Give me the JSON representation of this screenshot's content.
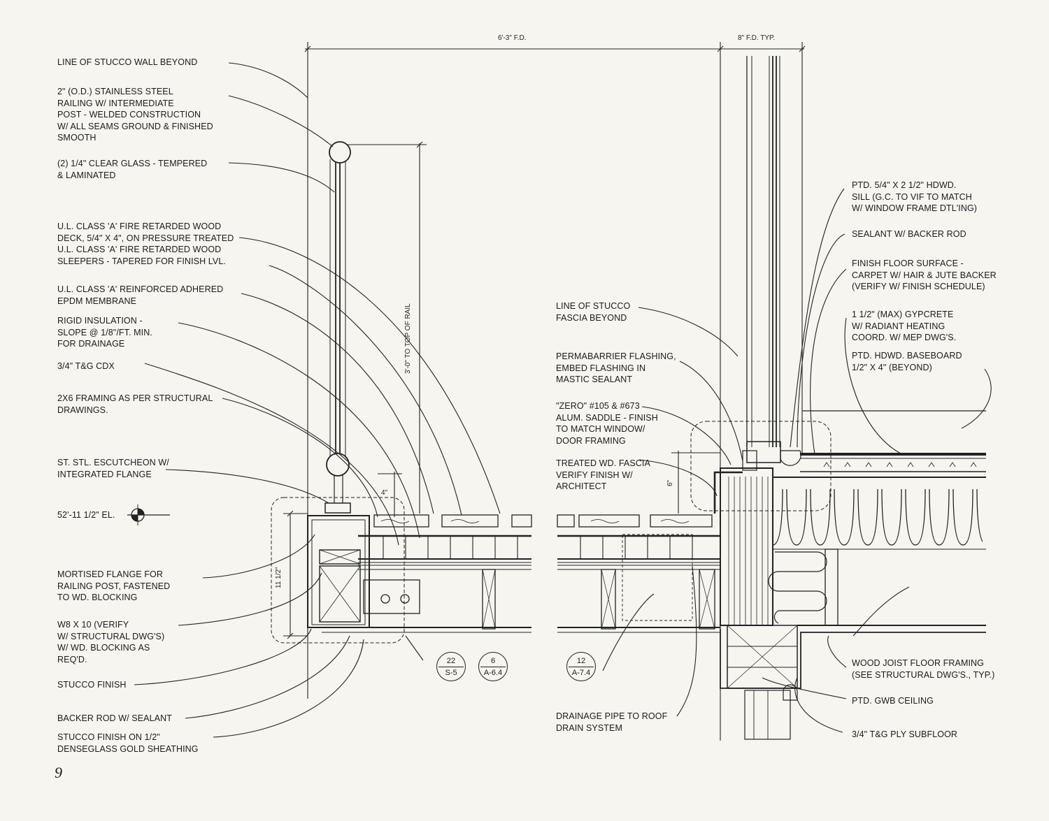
{
  "dimensions": {
    "overall_width": "6'-3\" F.D.",
    "right_width": "8\" F.D. TYP.",
    "rail_height": "3'-0\" TO TOP OF RAIL",
    "beam_depth": "11 1/2\"",
    "offset_left": "4\"",
    "offset_right": "6\""
  },
  "elevation": "52'-11 1/2\" EL.",
  "labels_left": [
    "LINE OF STUCCO WALL BEYOND",
    "2\" (O.D.) STAINLESS STEEL\nRAILING W/ INTERMEDIATE\nPOST - WELDED CONSTRUCTION\nW/ ALL SEAMS GROUND & FINISHED\nSMOOTH",
    "(2) 1/4\" CLEAR GLASS - TEMPERED\n& LAMINATED",
    "U.L. CLASS 'A' FIRE RETARDED WOOD\nDECK, 5/4\" X 4\", ON PRESSURE TREATED\nU.L. CLASS 'A' FIRE RETARDED WOOD\nSLEEPERS - TAPERED FOR FINISH LVL.",
    "U.L. CLASS 'A' REINFORCED ADHERED\nEPDM MEMBRANE",
    "RIGID INSULATION -\nSLOPE @ 1/8\"/FT. MIN.\nFOR DRAINAGE",
    "3/4\" T&G CDX",
    "2X6 FRAMING AS PER STRUCTURAL\nDRAWINGS.",
    "ST. STL. ESCUTCHEON W/\nINTEGRATED FLANGE",
    "MORTISED FLANGE FOR\nRAILING POST, FASTENED\nTO WD. BLOCKING",
    "W8 X 10 (VERIFY\nW/ STRUCTURAL DWG'S)\nW/ WD. BLOCKING AS\nREQ'D.",
    "STUCCO FINISH",
    "BACKER ROD W/ SEALANT",
    "STUCCO FINISH ON 1/2\"\nDENSEGLASS GOLD SHEATHING"
  ],
  "labels_mid": [
    "LINE OF STUCCO\nFASCIA BEYOND",
    "PERMABARRIER FLASHING,\nEMBED FLASHING IN\nMASTIC SEALANT",
    "\"ZERO\" #105 & #673\nALUM. SADDLE - FINISH\nTO MATCH WINDOW/\nDOOR FRAMING",
    "TREATED WD. FASCIA\nVERIFY FINISH W/\nARCHITECT",
    "DRAINAGE PIPE TO ROOF\nDRAIN SYSTEM"
  ],
  "labels_right": [
    "PTD. 5/4\" X 2 1/2\" HDWD.\nSILL (G.C. TO VIF TO MATCH\nW/ WINDOW FRAME DTL'ING)",
    "SEALANT W/ BACKER ROD",
    "FINISH FLOOR SURFACE -\nCARPET W/ HAIR & JUTE BACKER\n(VERIFY W/ FINISH SCHEDULE)",
    "1 1/2\" (MAX) GYPCRETE\nW/ RADIANT HEATING\nCOORD. W/ MEP DWG'S.",
    "PTD. HDWD. BASEBOARD\n1/2\" X 4\" (BEYOND)",
    "WOOD JOIST FLOOR FRAMING\n(SEE STRUCTURAL DWG'S., TYP.)",
    "PTD. GWB CEILING",
    "3/4\" T&G PLY SUBFLOOR"
  ],
  "detail_tags": [
    {
      "top": "22",
      "bottom": "S-5"
    },
    {
      "top": "6",
      "bottom": "A-6.4"
    },
    {
      "top": "12",
      "bottom": "A-7.4"
    }
  ],
  "page_number": "9"
}
